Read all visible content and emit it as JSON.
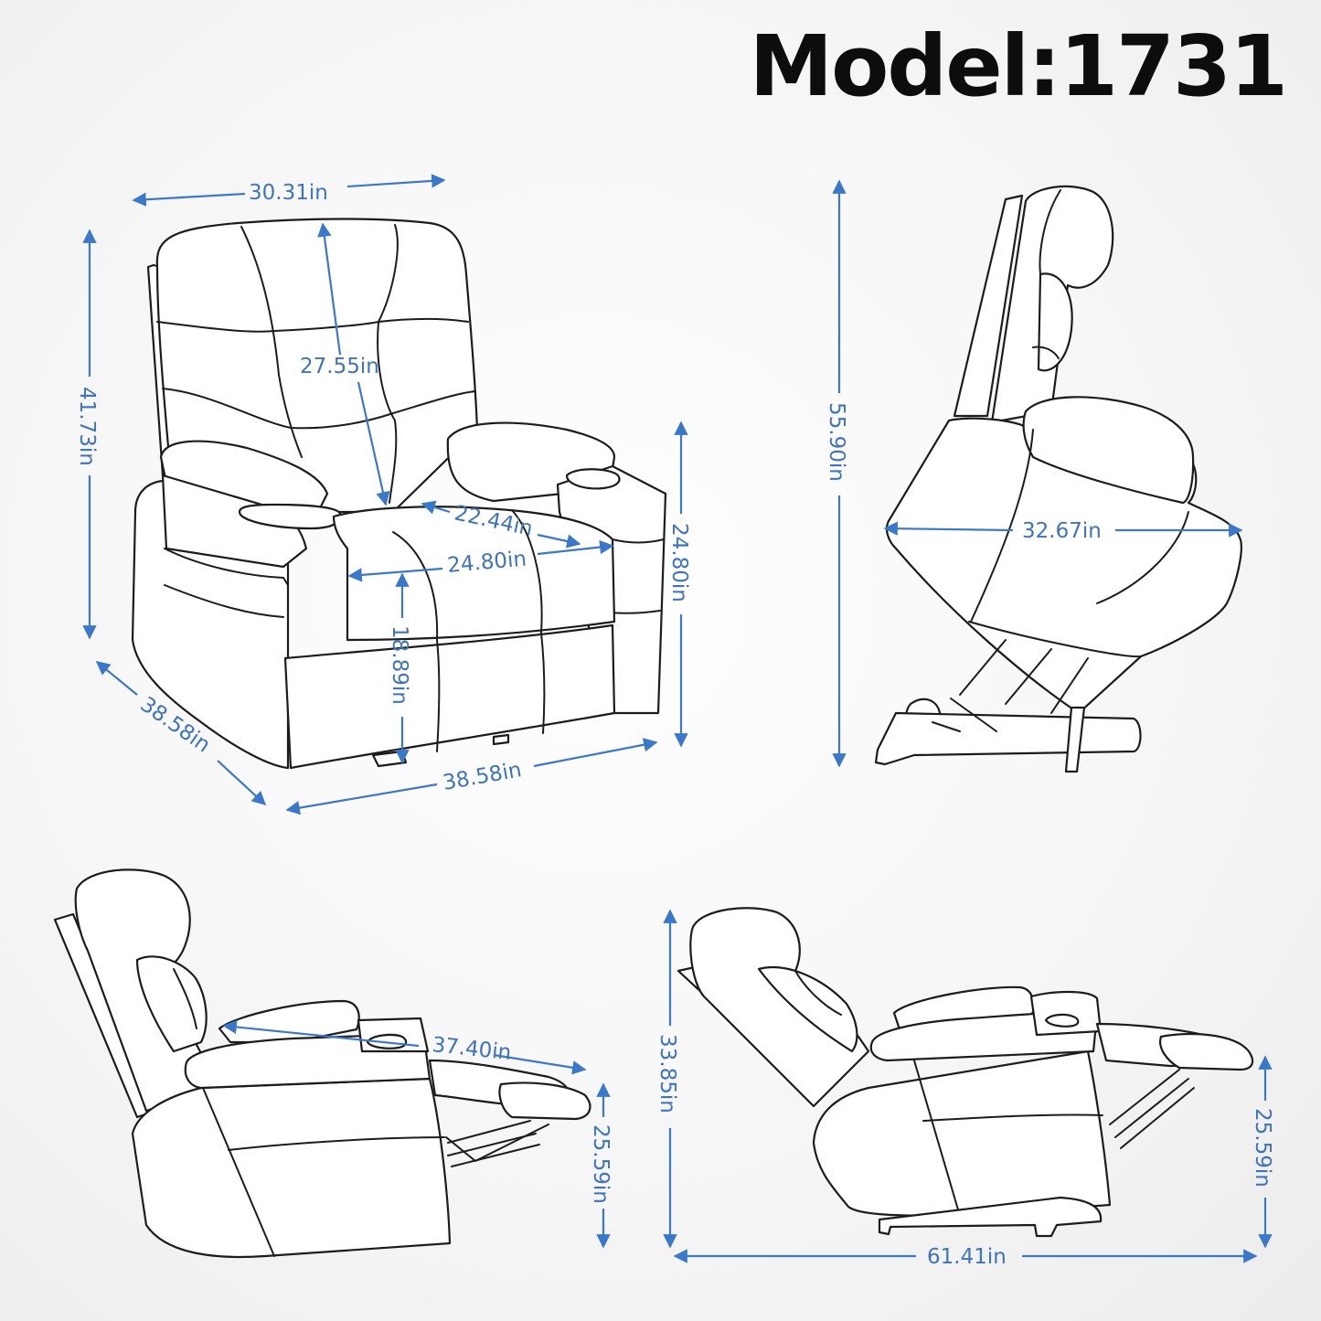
{
  "title": "Model:1731",
  "colors": {
    "dimension": "#3b78c9",
    "outline": "#1c1c1c",
    "title": "#0d0d0d"
  },
  "views": {
    "front": {
      "width": "30.31in",
      "height": "41.73in",
      "back_height": "27.55in",
      "seat_depth": "22.44in",
      "seat_width": "24.80in",
      "arm_height": "24.80in",
      "seat_height": "18.89in",
      "depth": "38.58in",
      "base_width": "38.58in"
    },
    "lifted": {
      "height": "55.90in",
      "depth": "32.67in"
    },
    "recline_side": {
      "length": "37.40in",
      "footrest_height": "25.59in"
    },
    "full_recline": {
      "height": "33.85in",
      "footrest_height": "25.59in",
      "length": "61.41in"
    }
  }
}
